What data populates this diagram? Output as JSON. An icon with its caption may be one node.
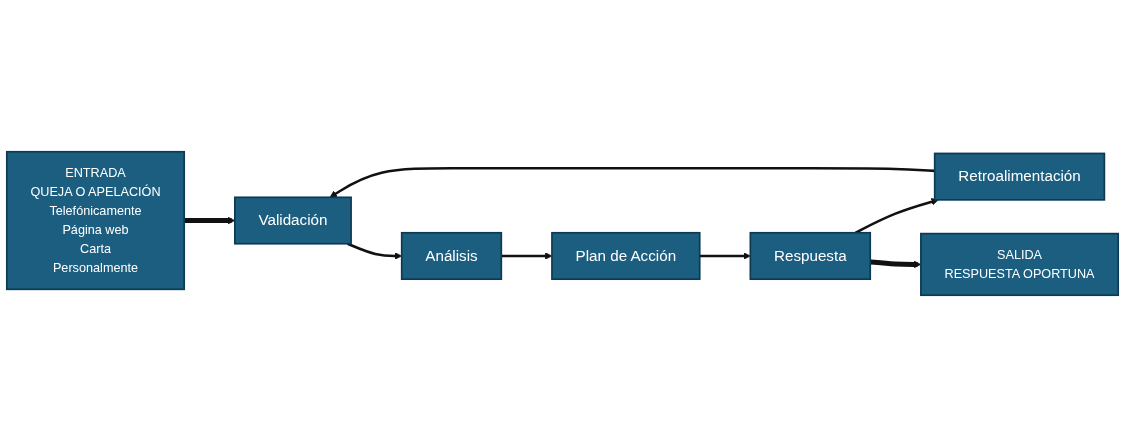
{
  "diagram": {
    "nodes": [
      {
        "text": [
          "ENTRADA",
          "QUEJA O APELACIÓN",
          "Telefónicamente",
          "Página web",
          "Carta",
          "Personalmente"
        ]
      },
      {
        "text": [
          "Validación"
        ]
      },
      {
        "text": [
          "Análisis"
        ]
      },
      {
        "text": [
          "Plan de Acción"
        ]
      },
      {
        "text": [
          "Respuesta"
        ]
      },
      {
        "text": [
          "Retroalimentación"
        ]
      },
      {
        "text": [
          "SALIDA",
          "RESPUESTA OPORTUNA"
        ]
      }
    ],
    "edges": [
      {
        "from": 0,
        "to": 1,
        "arrow": "to",
        "style": "thick"
      },
      {
        "from": 1,
        "to": 2,
        "arrow": "to"
      },
      {
        "from": 2,
        "to": 3,
        "arrow": "to"
      },
      {
        "from": 3,
        "to": 4,
        "arrow": "to"
      },
      {
        "from": 4,
        "to": 5,
        "arrow": "to"
      },
      {
        "from": 5,
        "to": 1,
        "arrow": "to"
      },
      {
        "from": 4,
        "to": 6,
        "arrow": "to",
        "style": "thick"
      }
    ]
  }
}
